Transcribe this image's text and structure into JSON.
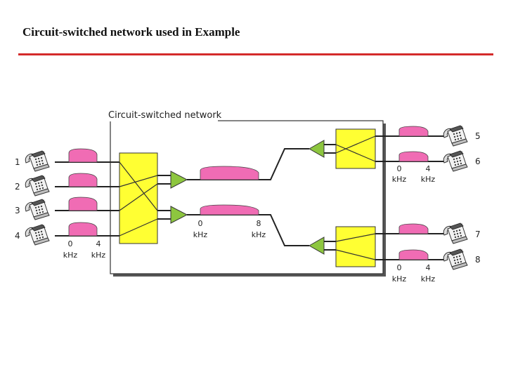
{
  "slide": {
    "title": "Circuit-switched network used in Example",
    "accent_color": "#d42a2a"
  },
  "diagram": {
    "network_label": "Circuit-switched network",
    "left_phones": [
      "1",
      "2",
      "3",
      "4"
    ],
    "right_phones": [
      "5",
      "6",
      "7",
      "8"
    ],
    "left_band": {
      "start": "0",
      "end": "4",
      "unit": "kHz"
    },
    "trunk_band": {
      "start": "0",
      "end": "8",
      "unit": "kHz"
    },
    "top_right_band": {
      "start": "0",
      "end": "4",
      "unit": "kHz"
    },
    "bottom_right_band": {
      "start": "0",
      "end": "4",
      "unit": "kHz"
    },
    "colors": {
      "switch_fill": "#ffff33",
      "spectrum_fill": "#f06cb4",
      "multiplexer_fill": "#8dc63f"
    }
  }
}
